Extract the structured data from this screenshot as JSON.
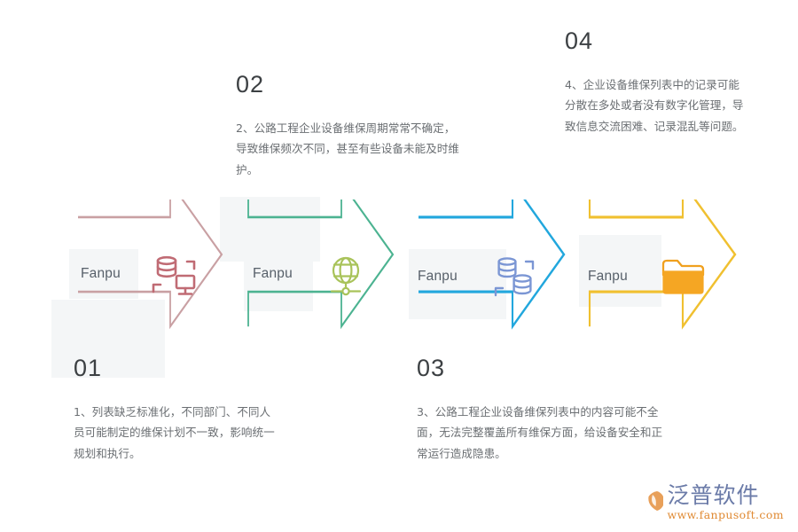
{
  "page": {
    "background": "#ffffff",
    "panel_color": "#f4f6f7"
  },
  "steps": [
    {
      "number": "01",
      "brand_label": "Fanpu",
      "description": "1、列表缺乏标准化，不同部门、不同人员可能制定的维保计划不一致，影响统一规划和执行。",
      "arrow_color": "#c9a0a3",
      "icon_color": "#c06b74",
      "icon_name": "database-monitor-icon"
    },
    {
      "number": "02",
      "brand_label": "Fanpu",
      "description": "2、公路工程企业设备维保周期常常不确定，导致维保频次不同，甚至有些设备未能及时维护。",
      "arrow_color": "#4cb391",
      "icon_color": "#a9c35a",
      "icon_name": "globe-network-icon"
    },
    {
      "number": "03",
      "brand_label": "Fanpu",
      "description": "3、公路工程企业设备维保列表中的内容可能不全面，无法完整覆盖所有维保方面，给设备安全和正常运行造成隐患。",
      "arrow_color": "#22a7dd",
      "icon_color": "#7b96d4",
      "icon_name": "double-database-icon"
    },
    {
      "number": "04",
      "brand_label": "Fanpu",
      "description": "4、企业设备维保列表中的记录可能分散在多处或者没有数字化管理，导致信息交流困难、记录混乱等问题。",
      "arrow_color": "#f0c030",
      "icon_color": "#f5a623",
      "icon_name": "folder-icon"
    }
  ],
  "logo": {
    "company_name": "泛普软件",
    "website": "www.fanpusoft.com",
    "mark_name": "fanpu-logo-mark",
    "name_color": "#6b7ba8",
    "url_color": "#e08a33"
  }
}
